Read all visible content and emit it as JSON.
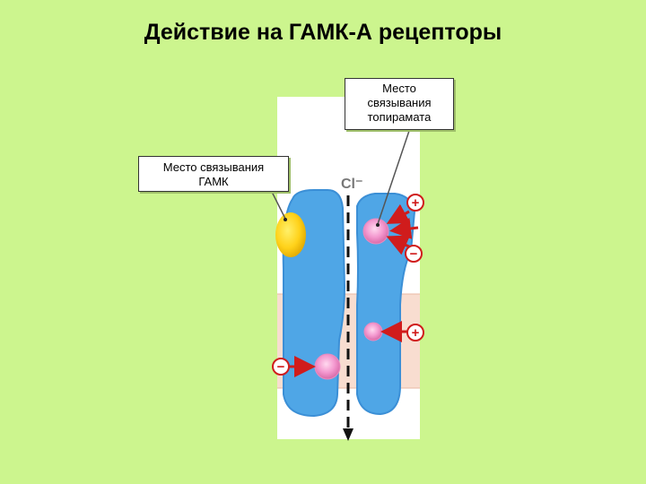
{
  "title": "Действие на ГАМК-А рецепторы",
  "callouts": {
    "topiramate_lines": [
      "Место",
      "связывания",
      "топирамата"
    ],
    "gaba_lines": [
      "Место связывания",
      "ГАМК"
    ]
  },
  "ion_label": "Cl⁻",
  "signs": {
    "plus": "+",
    "minus": "−"
  },
  "colors": {
    "background": "#ccf58e",
    "membrane": "#f8ddd0",
    "subunit": "#4fa6e6",
    "gaba_site": "#ffd21a",
    "binding_site": "#f49ad0",
    "arrow": "#d01c1c"
  }
}
